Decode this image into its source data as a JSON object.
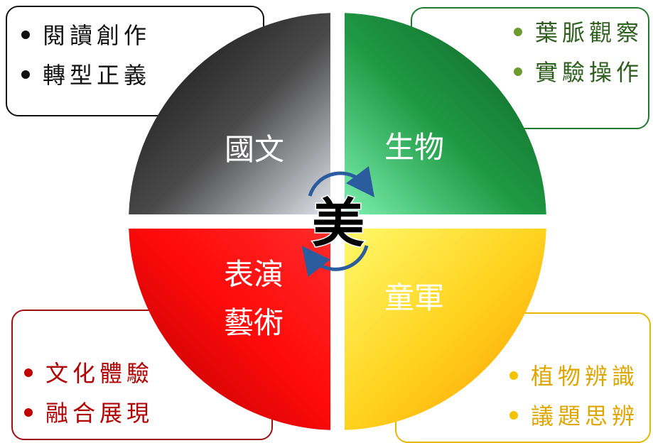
{
  "center": "美",
  "quadrants": {
    "top_left": {
      "label": "國文"
    },
    "top_right": {
      "label": "生物"
    },
    "bottom_left": {
      "label_line1": "表演",
      "label_line2": "藝術"
    },
    "bottom_right": {
      "label": "童軍"
    }
  },
  "callouts": {
    "top_left": {
      "items": [
        "閱讀創作",
        "轉型正義"
      ]
    },
    "top_right": {
      "items": [
        "葉脈觀察",
        "實驗操作"
      ]
    },
    "bottom_left": {
      "items": [
        "文化體驗",
        "融合展現"
      ]
    },
    "bottom_right": {
      "items": [
        "植物辨識",
        "議題思辨"
      ]
    }
  },
  "colors": {
    "top_left": "#1a1a1a",
    "top_right": "#1a8a3c",
    "bottom_left": "#e00000",
    "bottom_right": "#f5d000",
    "cycle_arrows": "#2b5c9e"
  }
}
